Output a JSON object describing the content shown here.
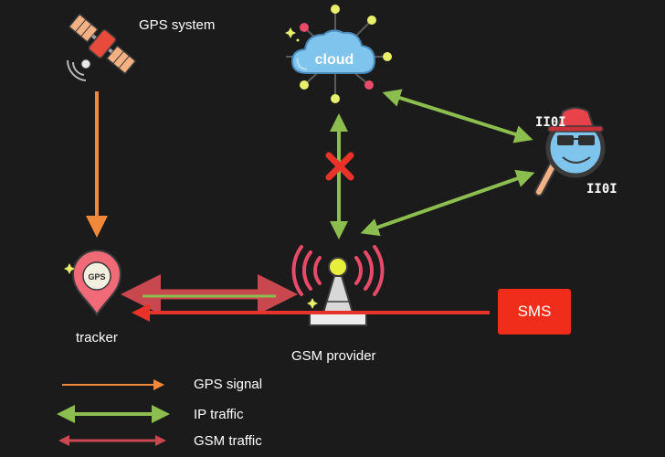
{
  "labels": {
    "gps_system": "GPS system",
    "cloud": "cloud",
    "tracker": "tracker",
    "gps_pin": "GPS",
    "gsm_provider": "GSM provider",
    "sms": "SMS",
    "binary_top": "II0I",
    "binary_bottom": "II0I"
  },
  "legend": {
    "gps_signal": "GPS signal",
    "ip_traffic": "IP traffic",
    "gsm_traffic": "GSM traffic"
  },
  "colors": {
    "background": "#1c1b1b",
    "gps_signal": "#f0893a",
    "ip_traffic": "#8cbd4f",
    "gsm_traffic": "#c9474f",
    "sms_traffic": "#e8322a",
    "blocked": "#e8322a",
    "sms_box": "#f02d1b"
  },
  "icons": {
    "satellite": "satellite-icon",
    "cloud": "cloud-network-icon",
    "tower": "gsm-tower-icon",
    "pin": "gps-pin-icon",
    "spy": "spy-magnifier-icon",
    "blocked": "cross-icon"
  }
}
